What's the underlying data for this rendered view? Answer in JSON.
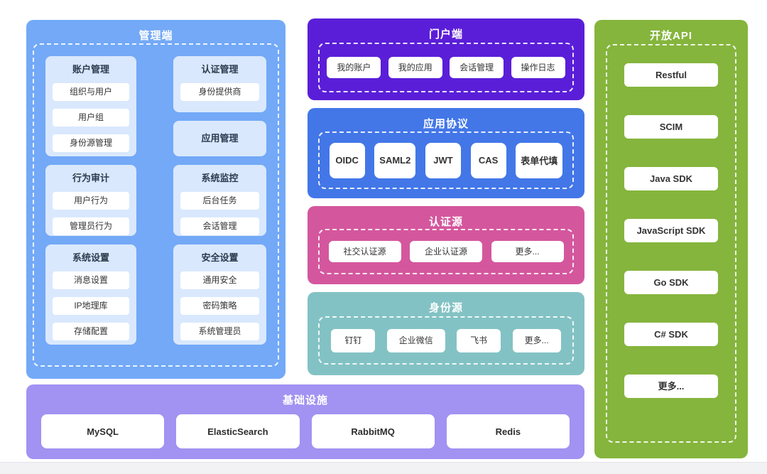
{
  "admin": {
    "title": "管理端",
    "columns": [
      [
        {
          "title": "账户管理",
          "items": [
            "组织与用户",
            "用户组",
            "身份源管理"
          ]
        },
        {
          "title": "行为审计",
          "items": [
            "用户行为",
            "管理员行为"
          ]
        },
        {
          "title": "系统设置",
          "items": [
            "消息设置",
            "IP地理库",
            "存储配置"
          ]
        }
      ],
      [
        {
          "title": "认证管理",
          "items": [
            "身份提供商"
          ]
        },
        {
          "title": "应用管理",
          "items": []
        },
        {
          "title": "系统监控",
          "items": [
            "后台任务",
            "会话管理"
          ]
        },
        {
          "title": "安全设置",
          "items": [
            "通用安全",
            "密码策略",
            "系统管理员"
          ]
        }
      ]
    ]
  },
  "portal": {
    "title": "门户端",
    "items": [
      "我的账户",
      "我的应用",
      "会话管理",
      "操作日志"
    ]
  },
  "protocols": {
    "title": "应用协议",
    "items": [
      "OIDC",
      "SAML2",
      "JWT",
      "CAS",
      "表单代填"
    ]
  },
  "auth_sources": {
    "title": "认证源",
    "items": [
      "社交认证源",
      "企业认证源",
      "更多..."
    ]
  },
  "identity_sources": {
    "title": "身份源",
    "items": [
      "钉钉",
      "企业微信",
      "飞书",
      "更多..."
    ]
  },
  "open_api": {
    "title": "开放API",
    "items": [
      "Restful",
      "SCIM",
      "Java SDK",
      "JavaScript SDK",
      "Go SDK",
      "C# SDK",
      "更多..."
    ]
  },
  "infrastructure": {
    "title": "基础设施",
    "items": [
      "MySQL",
      "ElasticSearch",
      "RabbitMQ",
      "Redis"
    ]
  },
  "colors": {
    "admin_bg": "#73A9F7",
    "admin_card_bg": "#D9E8FD",
    "portal_bg": "#5B1ED8",
    "protocols_bg": "#4377E8",
    "auth_bg": "#D4579E",
    "identity_bg": "#83C2C4",
    "api_bg": "#85B53D",
    "infra_bg": "#A292F2"
  }
}
